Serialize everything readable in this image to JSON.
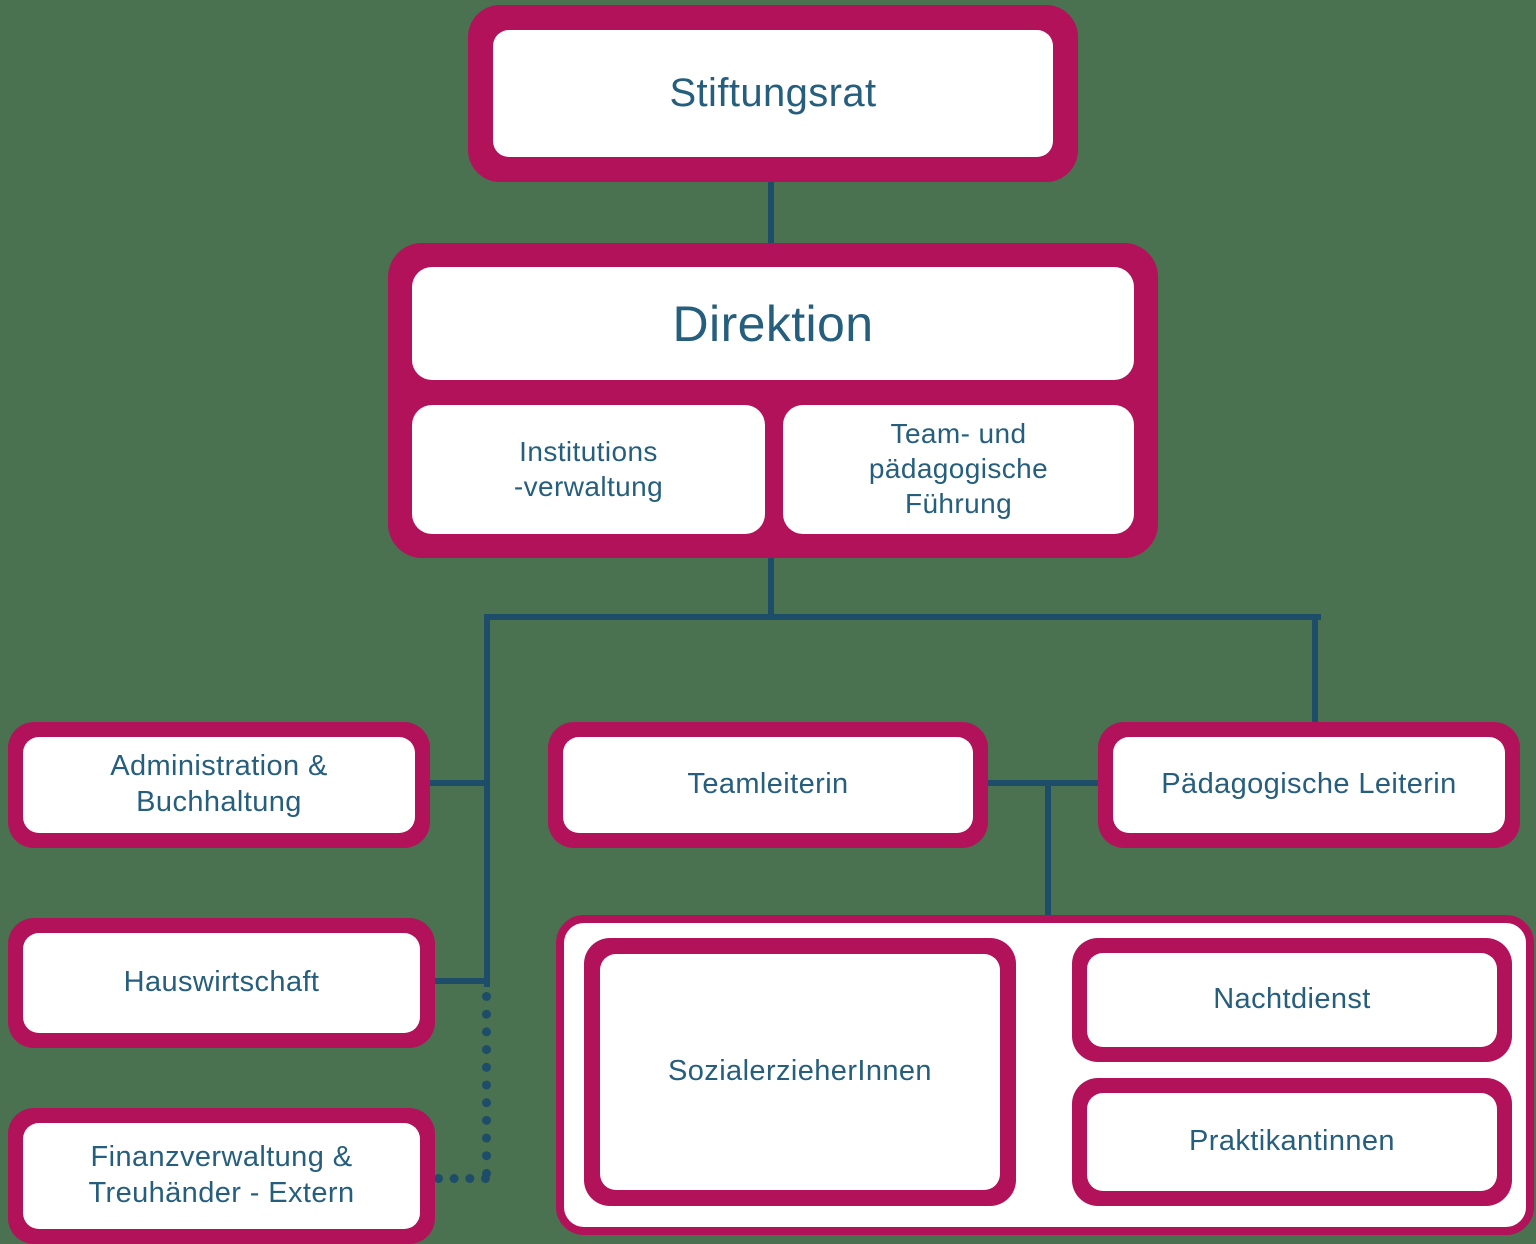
{
  "colors": {
    "bg": "#4A7150",
    "frame": "#B1125A",
    "fill": "#FFFFFF",
    "text": "#265E7D",
    "line": "#1D4D68"
  },
  "chart": {
    "root": {
      "label": "Stiftungsrat"
    },
    "direktion": {
      "label": "Direktion",
      "sub1_line1": "Institutions",
      "sub1_line2": "-verwaltung",
      "sub2_line1": "Team- und",
      "sub2_line2": "pädagogische",
      "sub2_line3": "Führung"
    },
    "admin": {
      "line1": "Administration &",
      "line2": "Buchhaltung"
    },
    "hauswirtschaft": {
      "label": "Hauswirtschaft"
    },
    "finanz": {
      "line1": "Finanzverwaltung &",
      "line2": "Treuhänder - Extern"
    },
    "teamleiterin": {
      "label": "Teamleiterin"
    },
    "paed_leiterin": {
      "label": "Pädagogische Leiterin"
    },
    "team_group": {
      "sozialerzieher": {
        "label": "SozialerzieherInnen"
      },
      "nachtdienst": {
        "label": "Nachtdienst"
      },
      "praktikantinnen": {
        "label": "Praktikantinnen"
      }
    }
  }
}
